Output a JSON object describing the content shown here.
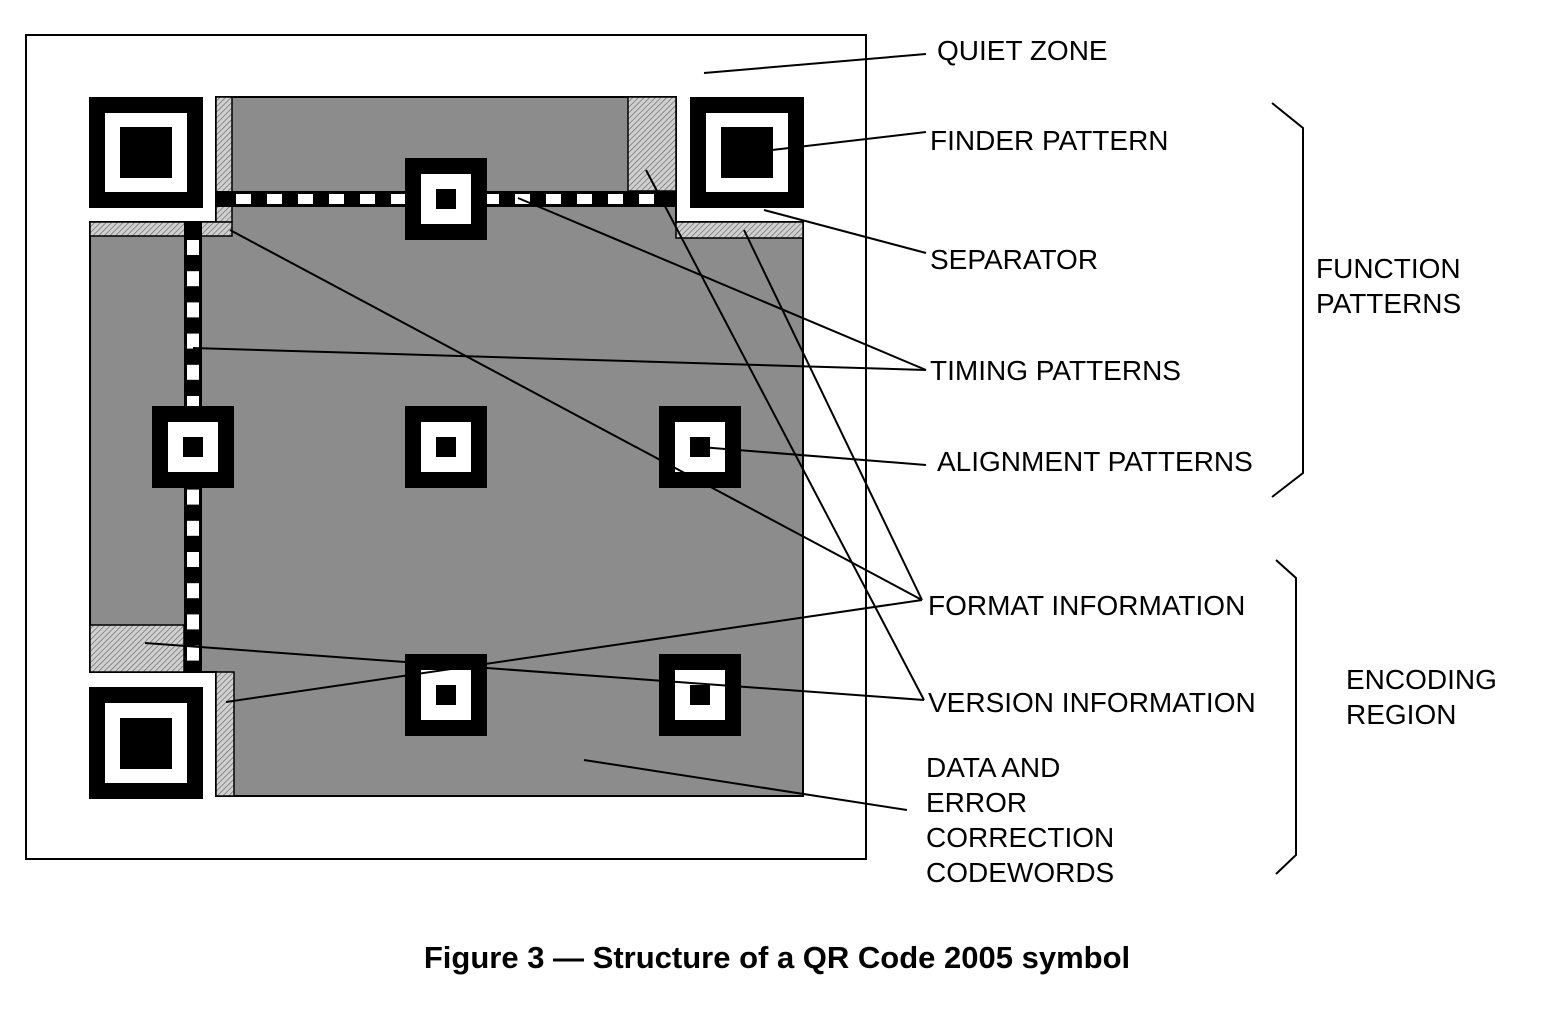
{
  "labels": {
    "quiet_zone": "QUIET ZONE",
    "finder_pattern": "FINDER PATTERN",
    "separator": "SEPARATOR",
    "timing_patterns": "TIMING PATTERNS",
    "alignment_patterns": "ALIGNMENT PATTERNS",
    "format_information": "FORMAT INFORMATION",
    "version_information": "VERSION INFORMATION",
    "data_and_error_correction": [
      "DATA AND",
      "ERROR",
      "CORRECTION",
      "CODEWORDS"
    ],
    "function_patterns": [
      "FUNCTION",
      "PATTERNS"
    ],
    "encoding_region": [
      "ENCODING",
      "REGION"
    ]
  },
  "caption": "Figure 3 — Structure of a QR Code 2005 symbol",
  "colors": {
    "encoding_region_fill": "#8c8c8c",
    "separator_hatch": "#d0d0d0",
    "module_dark": "#000000",
    "module_light": "#ffffff"
  }
}
